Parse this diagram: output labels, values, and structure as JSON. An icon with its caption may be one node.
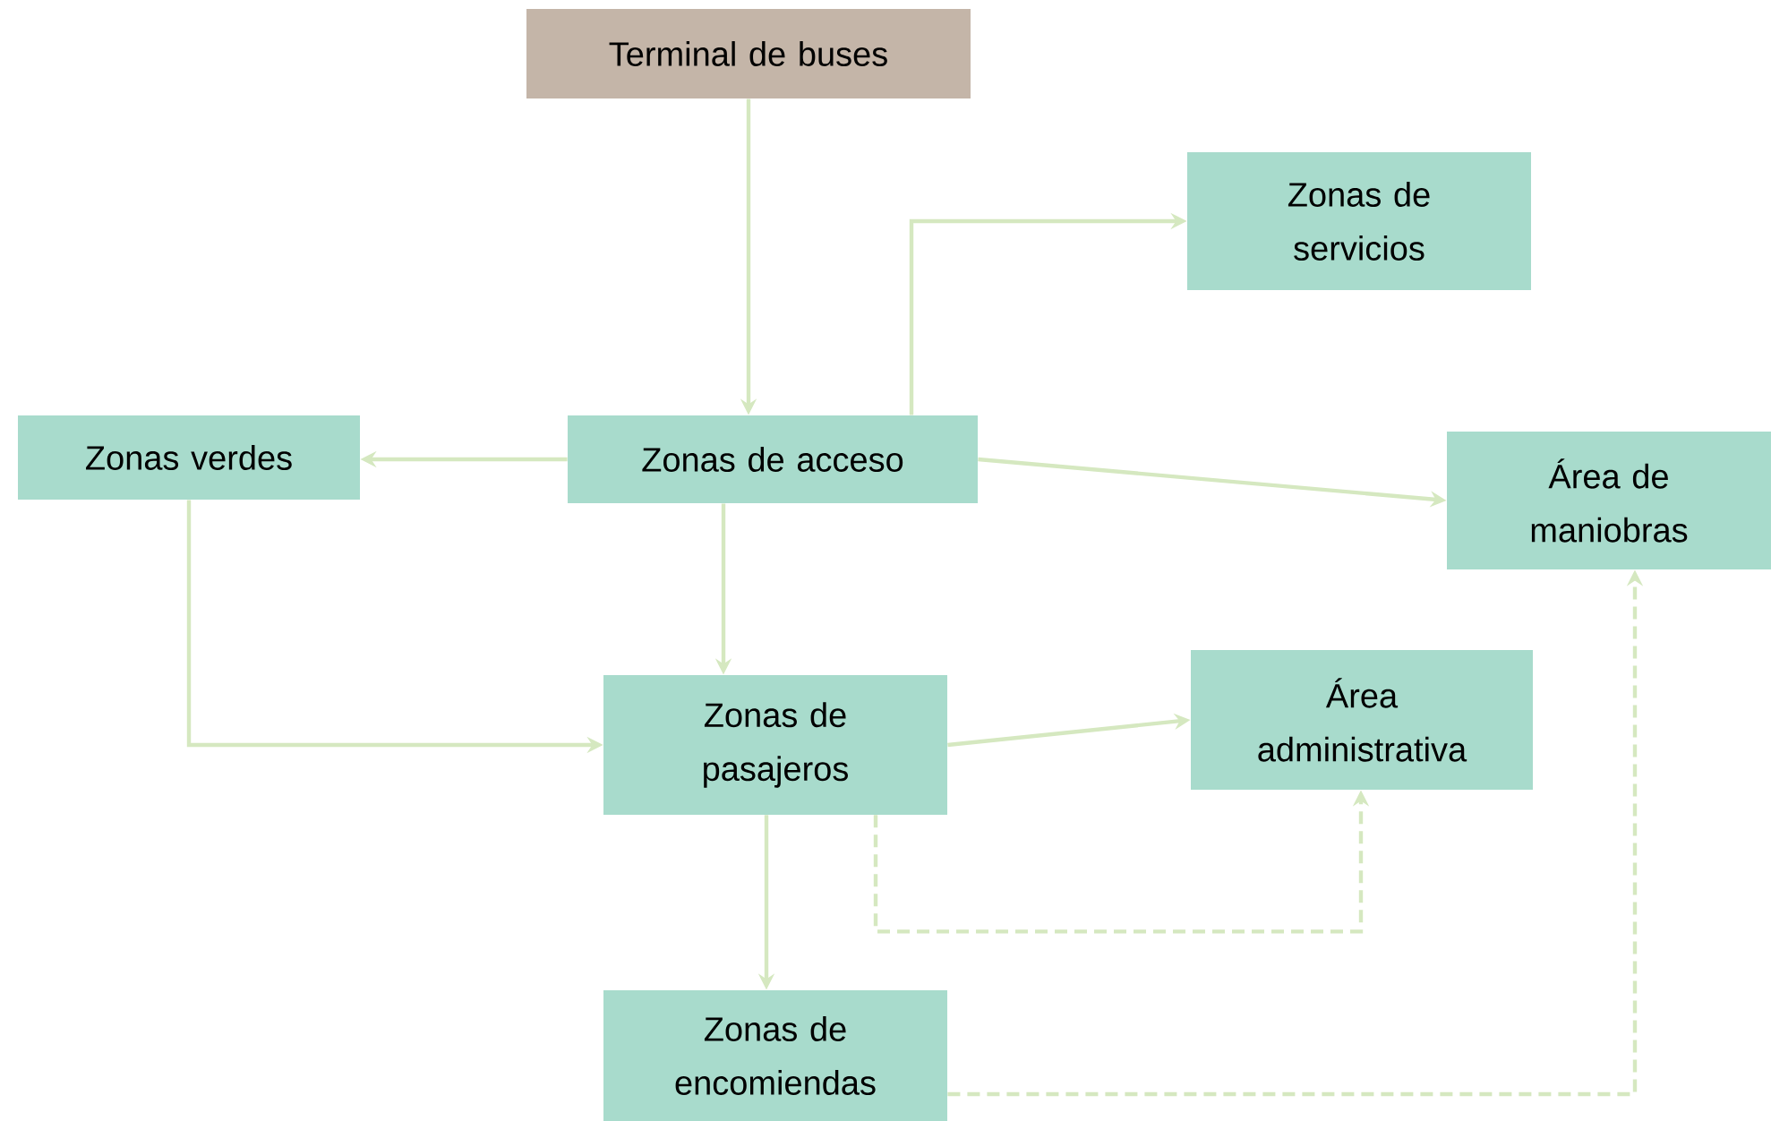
{
  "diagram": {
    "nodes": [
      {
        "text": [
          "Terminal de buses"
        ]
      },
      {
        "text": [
          "Zonas de servicios"
        ]
      },
      {
        "text": [
          "Zonas verdes"
        ]
      },
      {
        "text": [
          "Zonas de acceso"
        ]
      },
      {
        "text": [
          "Área de maniobras"
        ]
      },
      {
        "text": [
          "Zonas de pasajeros"
        ]
      },
      {
        "text": [
          "Área administrativa"
        ]
      },
      {
        "text": [
          "Zonas de encomiendas"
        ]
      }
    ],
    "edges": [
      {
        "from": 0,
        "to": 3,
        "arrow": "to"
      },
      {
        "from": 3,
        "to": 1,
        "arrow": "to"
      },
      {
        "from": 3,
        "to": 2,
        "arrow": "to"
      },
      {
        "from": 3,
        "to": 4,
        "arrow": "to"
      },
      {
        "from": 3,
        "to": 5,
        "arrow": "to"
      },
      {
        "from": 2,
        "to": 5,
        "arrow": "to"
      },
      {
        "from": 5,
        "to": 6,
        "arrow": "to"
      },
      {
        "from": 5,
        "to": 6,
        "arrow": "to",
        "style": "dashed"
      },
      {
        "from": 5,
        "to": 7,
        "arrow": "to"
      },
      {
        "from": 7,
        "to": 4,
        "arrow": "to",
        "style": "dashed"
      }
    ]
  }
}
